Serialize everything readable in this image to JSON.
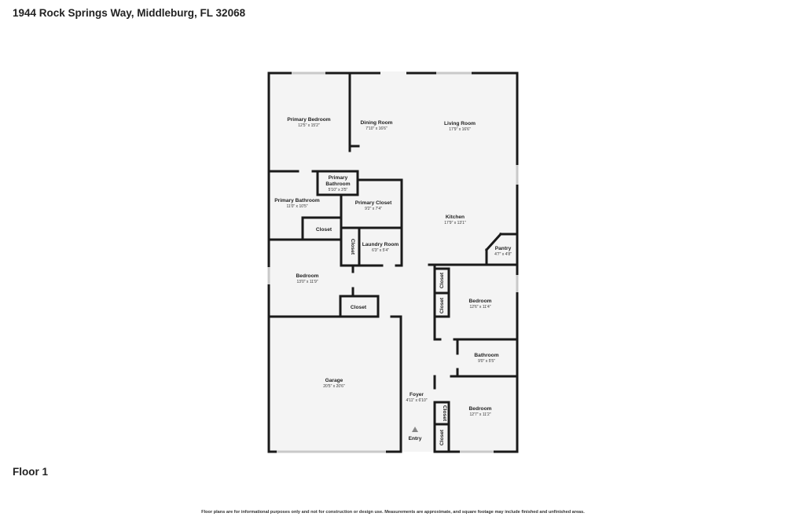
{
  "header": {
    "address": "1944 Rock Springs Way, Middleburg, FL 32068"
  },
  "floor": {
    "label": "Floor 1"
  },
  "footer": {
    "disclaimer": "Floor plans are for informational purposes only and not for construction or design use. Measurements are approximate, and square footage may include finished and unfinished areas."
  },
  "colors": {
    "floor_fill": "#f4f4f4",
    "wall": "#1a1a1a",
    "window": "#c9c9c9"
  },
  "rooms": {
    "primary_bedroom": {
      "name": "Primary Bedroom",
      "dim": "12'5\" x 15'2\""
    },
    "dining_room": {
      "name": "Dining Room",
      "dim": "7'10\" x 16'6\""
    },
    "living_room": {
      "name": "Living Room",
      "dim": "17'9\" x 16'6\""
    },
    "primary_bathroom_small": {
      "name_line1": "Primary",
      "name_line2": "Bathroom",
      "dim": "5'10\" x 3'5\""
    },
    "primary_bathroom": {
      "name": "Primary Bathroom",
      "dim": "11'0\" x 10'5\""
    },
    "primary_closet": {
      "name": "Primary Closet",
      "dim": "9'2\" x 7'4\""
    },
    "kitchen": {
      "name": "Kitchen",
      "dim": "17'9\" x 13'1\""
    },
    "laundry_room": {
      "name": "Laundry Room",
      "dim": "6'3\" x 5'4\""
    },
    "pantry": {
      "name": "Pantry",
      "dim": "4'7\" x 4'8\""
    },
    "bedroom_left": {
      "name": "Bedroom",
      "dim": "13'0\" x 11'9\""
    },
    "bedroom_right_top": {
      "name": "Bedroom",
      "dim": "12'6\" x 11'4\""
    },
    "bathroom": {
      "name": "Bathroom",
      "dim": "9'0\" x 5'5\""
    },
    "garage": {
      "name": "Garage",
      "dim": "20'5\" x 20'6\""
    },
    "foyer": {
      "name": "Foyer",
      "dim": "4'11\" x 6'10\""
    },
    "bedroom_right_bottom": {
      "name": "Bedroom",
      "dim": "12'7\" x 11'2\""
    }
  },
  "closets": {
    "closet_primary_bath": "Closet",
    "closet_laundry_vertical": "Closet",
    "closet_bedroom_left": "Closet",
    "closet_right_1": "Closet",
    "closet_right_2": "Closet",
    "closet_right_3": "Closet",
    "closet_right_4": "Closet"
  },
  "entry": {
    "label": "Entry"
  }
}
